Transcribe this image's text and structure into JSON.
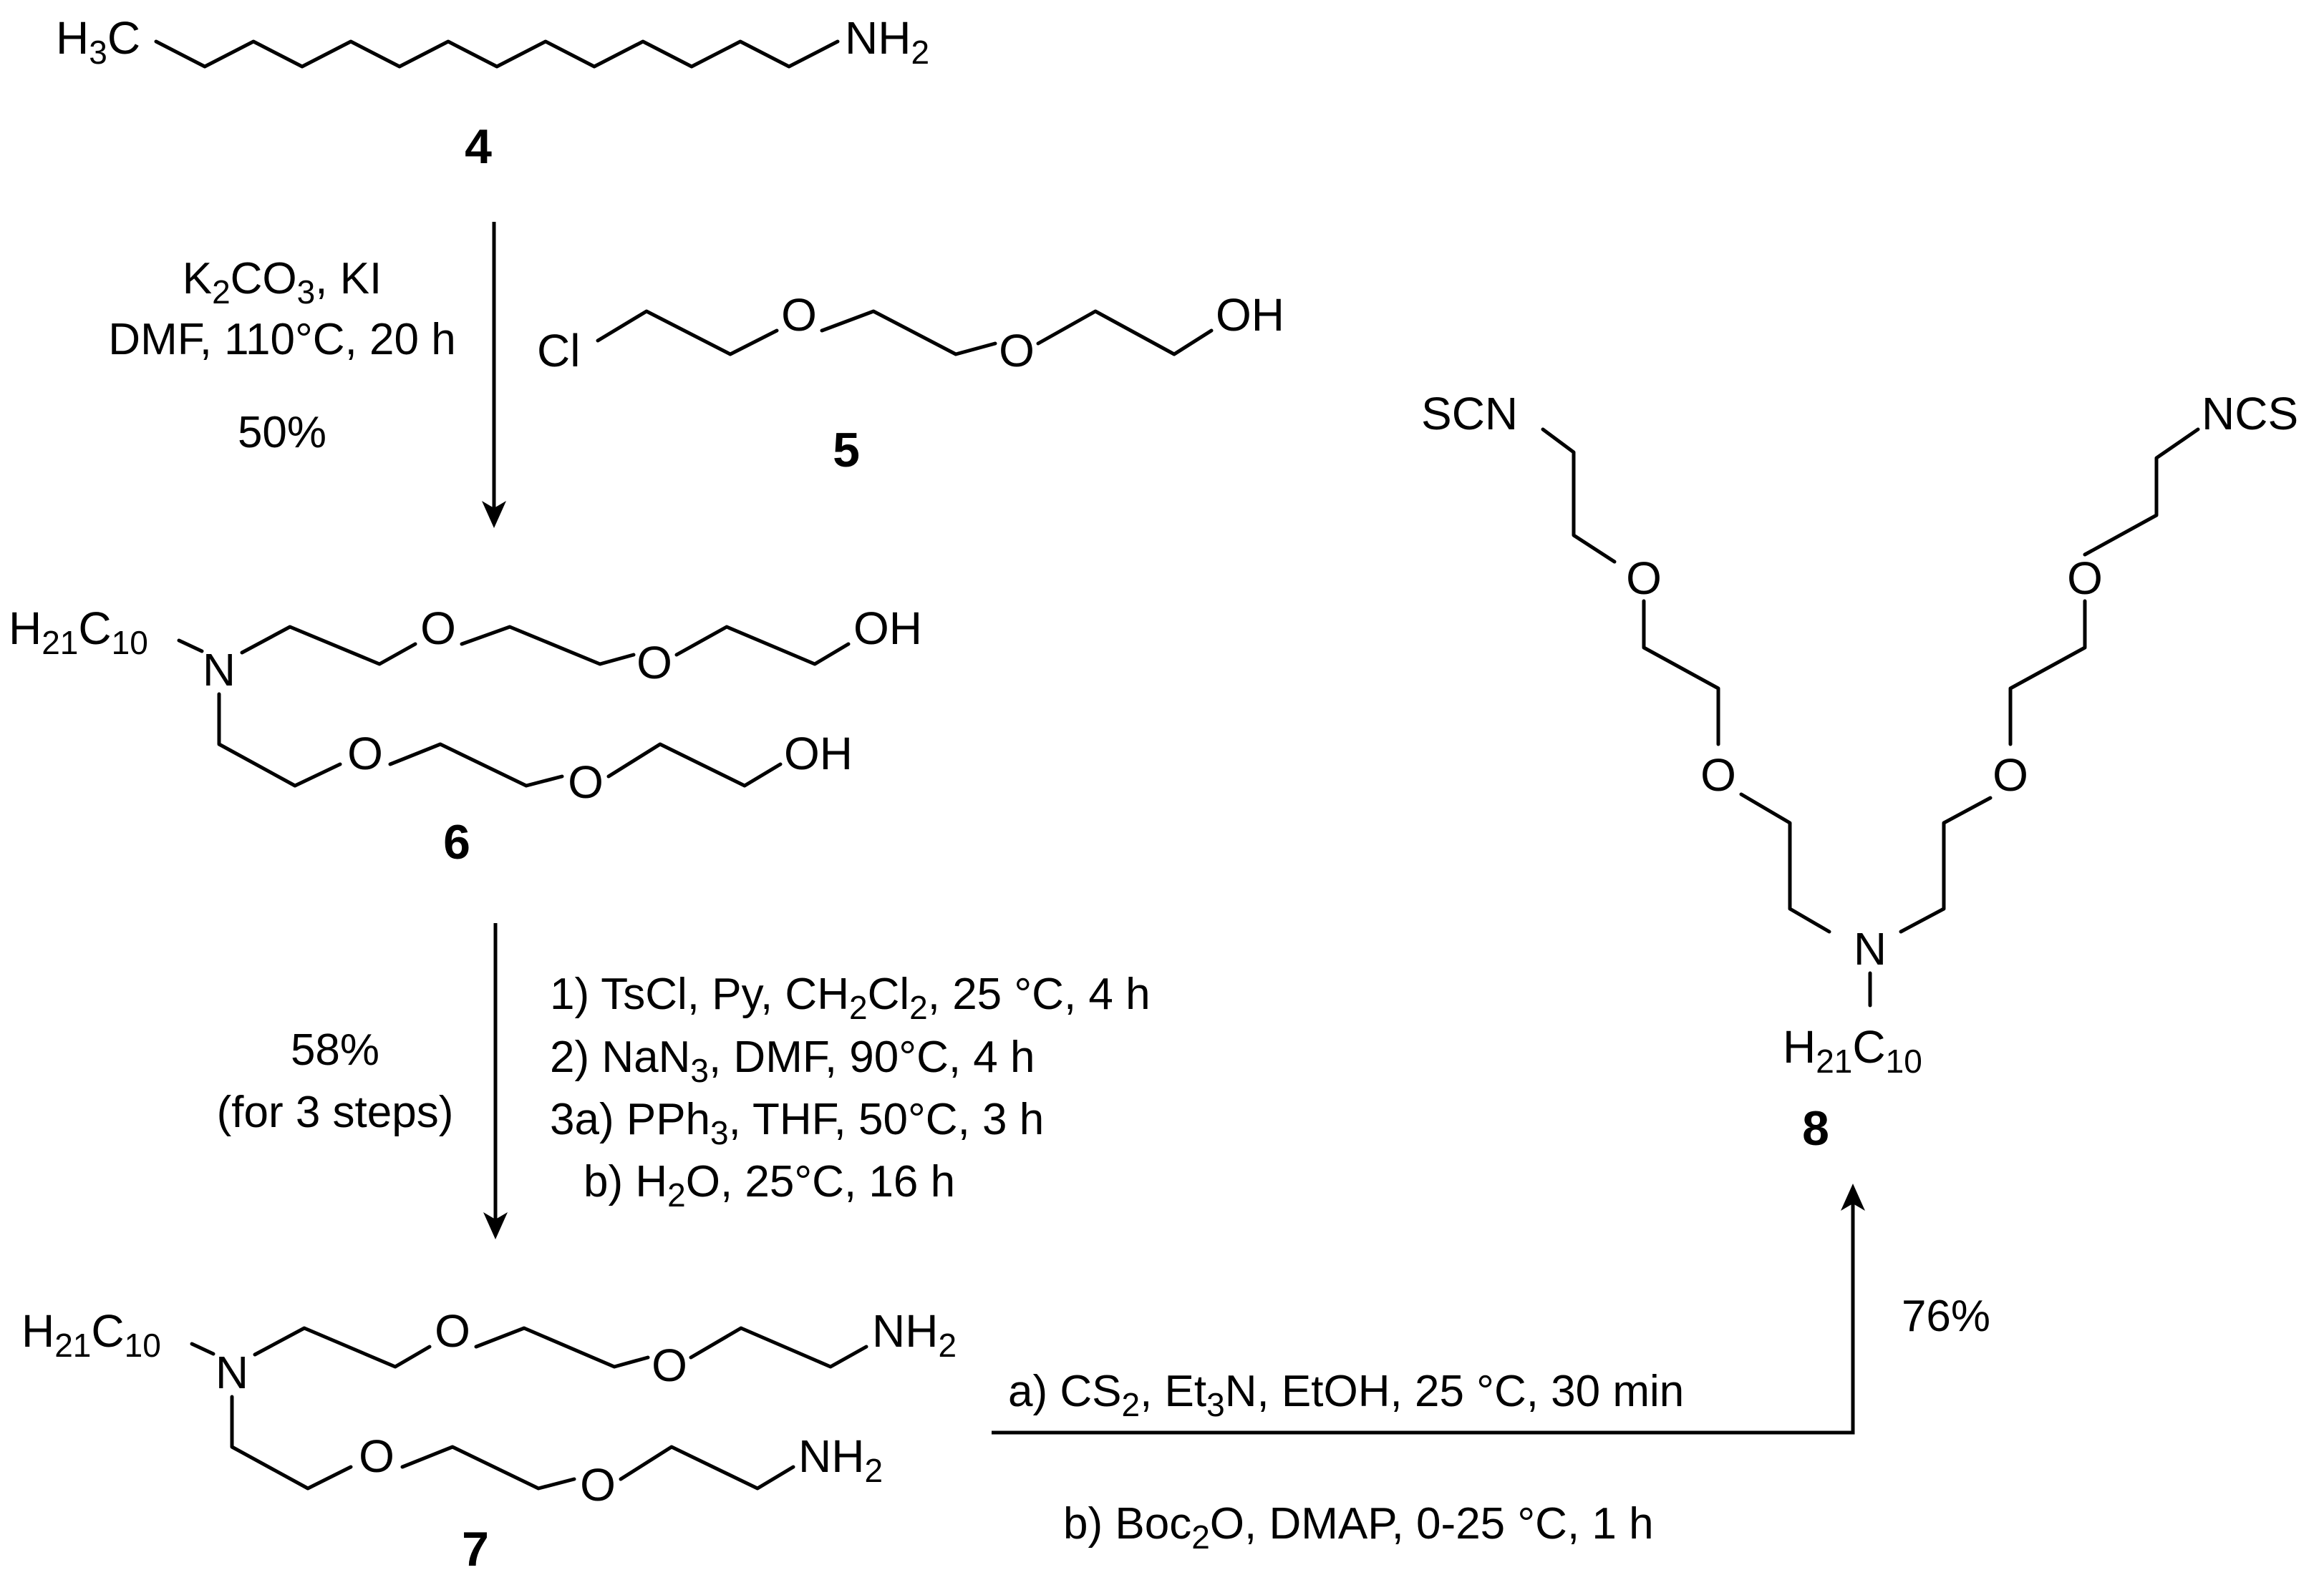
{
  "compounds": {
    "c4": {
      "number": "4",
      "left_group": "H3C",
      "right_group": "NH2"
    },
    "c5": {
      "number": "5",
      "left_atom": "Cl",
      "o1": "O",
      "o2": "O",
      "right_group": "OH"
    },
    "c6": {
      "number": "6",
      "n_substituent": "H21C10",
      "n_atom": "N",
      "o": "O",
      "oh": "OH"
    },
    "c7": {
      "number": "7",
      "n_substituent": "H21C10",
      "n_atom": "N",
      "o": "O",
      "nh2": "NH2"
    },
    "c8": {
      "number": "8",
      "n_substituent": "H21C10",
      "n_atom": "N",
      "o": "O",
      "left_end": "SCN",
      "right_end": "NCS"
    }
  },
  "steps": {
    "step1": {
      "line1": "K2CO3, KI",
      "line2": "DMF,  110°C,  20 h",
      "yield": "50%"
    },
    "step2": {
      "yield": "58%",
      "yield_note": "(for 3 steps)",
      "lines": [
        "1) TsCl,  Py,  CH2Cl2, 25 °C, 4 h",
        "2) NaN3, DMF,  90°C, 4 h",
        "3a) PPh3, THF,  50°C, 3 h",
        "b) H2O, 25°C, 16 h"
      ]
    },
    "step3": {
      "line_a": "a) CS2, Et3N, EtOH, 25 °C, 30 min",
      "line_b": "b) Boc2O, DMAP,  0-25 °C, 1 h",
      "yield": "76%"
    }
  }
}
